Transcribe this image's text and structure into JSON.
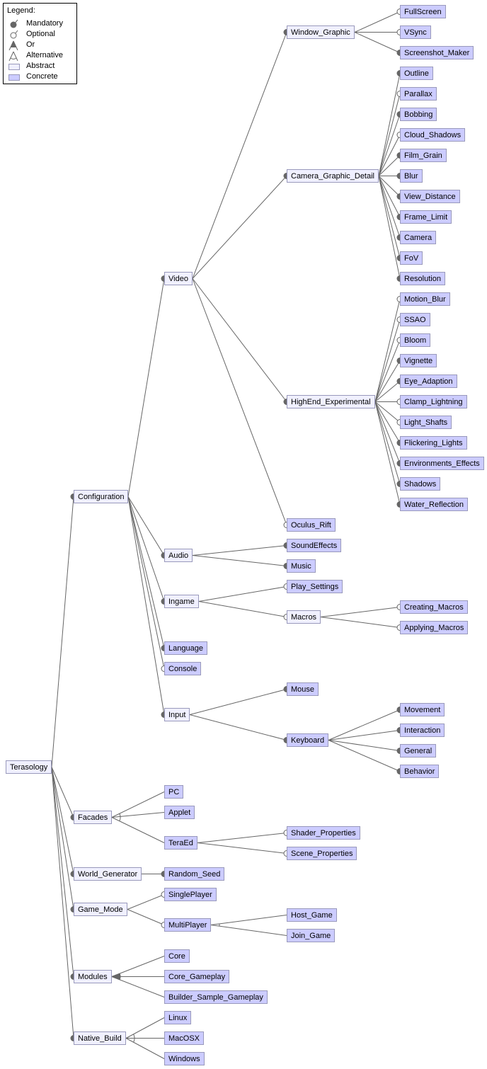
{
  "title": "Terasology",
  "legend": {
    "title": "Legend:",
    "items": [
      {
        "label": "Mandatory",
        "icon": "mandatory-dot-icon"
      },
      {
        "label": "Optional",
        "icon": "optional-dot-icon"
      },
      {
        "label": "Or",
        "icon": "or-triangle-icon"
      },
      {
        "label": "Alternative",
        "icon": "alternative-triangle-icon"
      },
      {
        "label": "Abstract",
        "icon": "abstract-box-icon"
      },
      {
        "label": "Concrete",
        "icon": "concrete-box-icon"
      }
    ]
  },
  "colors": {
    "abstract_fill": "#f0f0ff",
    "concrete_fill": "#ccccff",
    "border": "#9999bb",
    "edge": "#666666",
    "marker": "#666666"
  },
  "features": [
    {
      "id": "Terasology",
      "label": "Terasology",
      "parent": null,
      "kind": "abstract",
      "rel": null,
      "group": "and"
    },
    {
      "id": "Configuration",
      "label": "Configuration",
      "parent": "Terasology",
      "kind": "abstract",
      "rel": "mandatory",
      "group": "and"
    },
    {
      "id": "Video",
      "label": "Video",
      "parent": "Configuration",
      "kind": "abstract",
      "rel": "mandatory",
      "group": "and"
    },
    {
      "id": "Window_Graphic",
      "label": "Window_Graphic",
      "parent": "Video",
      "kind": "abstract",
      "rel": "mandatory",
      "group": "and"
    },
    {
      "id": "FullScreen",
      "label": "FullScreen",
      "parent": "Window_Graphic",
      "kind": "concrete",
      "rel": "optional"
    },
    {
      "id": "VSync",
      "label": "VSync",
      "parent": "Window_Graphic",
      "kind": "concrete",
      "rel": "optional"
    },
    {
      "id": "Screenshot_Maker",
      "label": "Screenshot_Maker",
      "parent": "Window_Graphic",
      "kind": "concrete",
      "rel": "mandatory"
    },
    {
      "id": "Camera_Graphic_Detail",
      "label": "Camera_Graphic_Detail",
      "parent": "Video",
      "kind": "abstract",
      "rel": "mandatory",
      "group": "and"
    },
    {
      "id": "Outline",
      "label": "Outline",
      "parent": "Camera_Graphic_Detail",
      "kind": "concrete",
      "rel": "mandatory"
    },
    {
      "id": "Parallax",
      "label": "Parallax",
      "parent": "Camera_Graphic_Detail",
      "kind": "concrete",
      "rel": "optional"
    },
    {
      "id": "Bobbing",
      "label": "Bobbing",
      "parent": "Camera_Graphic_Detail",
      "kind": "concrete",
      "rel": "mandatory"
    },
    {
      "id": "Cloud_Shadows",
      "label": "Cloud_Shadows",
      "parent": "Camera_Graphic_Detail",
      "kind": "concrete",
      "rel": "optional"
    },
    {
      "id": "Film_Grain",
      "label": "Film_Grain",
      "parent": "Camera_Graphic_Detail",
      "kind": "concrete",
      "rel": "mandatory"
    },
    {
      "id": "Blur",
      "label": "Blur",
      "parent": "Camera_Graphic_Detail",
      "kind": "concrete",
      "rel": "mandatory"
    },
    {
      "id": "View_Distance",
      "label": "View_Distance",
      "parent": "Camera_Graphic_Detail",
      "kind": "concrete",
      "rel": "mandatory"
    },
    {
      "id": "Frame_Limit",
      "label": "Frame_Limit",
      "parent": "Camera_Graphic_Detail",
      "kind": "concrete",
      "rel": "mandatory"
    },
    {
      "id": "Camera",
      "label": "Camera",
      "parent": "Camera_Graphic_Detail",
      "kind": "concrete",
      "rel": "mandatory"
    },
    {
      "id": "FoV",
      "label": "FoV",
      "parent": "Camera_Graphic_Detail",
      "kind": "concrete",
      "rel": "mandatory"
    },
    {
      "id": "Resolution",
      "label": "Resolution",
      "parent": "Camera_Graphic_Detail",
      "kind": "concrete",
      "rel": "mandatory"
    },
    {
      "id": "HighEnd_Experimental",
      "label": "HighEnd_Experimental",
      "parent": "Video",
      "kind": "abstract",
      "rel": "mandatory",
      "group": "and"
    },
    {
      "id": "Motion_Blur",
      "label": "Motion_Blur",
      "parent": "HighEnd_Experimental",
      "kind": "concrete",
      "rel": "optional"
    },
    {
      "id": "SSAO",
      "label": "SSAO",
      "parent": "HighEnd_Experimental",
      "kind": "concrete",
      "rel": "optional"
    },
    {
      "id": "Bloom",
      "label": "Bloom",
      "parent": "HighEnd_Experimental",
      "kind": "concrete",
      "rel": "optional"
    },
    {
      "id": "Vignette",
      "label": "Vignette",
      "parent": "HighEnd_Experimental",
      "kind": "concrete",
      "rel": "mandatory"
    },
    {
      "id": "Eye_Adaption",
      "label": "Eye_Adaption",
      "parent": "HighEnd_Experimental",
      "kind": "concrete",
      "rel": "mandatory"
    },
    {
      "id": "Clamp_Lightning",
      "label": "Clamp_Lightning",
      "parent": "HighEnd_Experimental",
      "kind": "concrete",
      "rel": "optional"
    },
    {
      "id": "Light_Shafts",
      "label": "Light_Shafts",
      "parent": "HighEnd_Experimental",
      "kind": "concrete",
      "rel": "optional"
    },
    {
      "id": "Flickering_Lights",
      "label": "Flickering_Lights",
      "parent": "HighEnd_Experimental",
      "kind": "concrete",
      "rel": "mandatory"
    },
    {
      "id": "Environments_Effects",
      "label": "Environments_Effects",
      "parent": "HighEnd_Experimental",
      "kind": "concrete",
      "rel": "mandatory"
    },
    {
      "id": "Shadows",
      "label": "Shadows",
      "parent": "HighEnd_Experimental",
      "kind": "concrete",
      "rel": "mandatory"
    },
    {
      "id": "Water_Reflection",
      "label": "Water_Reflection",
      "parent": "HighEnd_Experimental",
      "kind": "concrete",
      "rel": "mandatory"
    },
    {
      "id": "Oculus_Rift",
      "label": "Oculus_Rift",
      "parent": "Video",
      "kind": "concrete",
      "rel": "optional"
    },
    {
      "id": "Audio",
      "label": "Audio",
      "parent": "Configuration",
      "kind": "abstract",
      "rel": "mandatory",
      "group": "and"
    },
    {
      "id": "SoundEffects",
      "label": "SoundEffects",
      "parent": "Audio",
      "kind": "concrete",
      "rel": "mandatory"
    },
    {
      "id": "Music",
      "label": "Music",
      "parent": "Audio",
      "kind": "concrete",
      "rel": "mandatory"
    },
    {
      "id": "Ingame",
      "label": "Ingame",
      "parent": "Configuration",
      "kind": "abstract",
      "rel": "mandatory",
      "group": "and"
    },
    {
      "id": "Play_Settings",
      "label": "Play_Settings",
      "parent": "Ingame",
      "kind": "concrete",
      "rel": "optional"
    },
    {
      "id": "Macros",
      "label": "Macros",
      "parent": "Ingame",
      "kind": "abstract",
      "rel": "optional",
      "group": "and"
    },
    {
      "id": "Creating_Macros",
      "label": "Creating_Macros",
      "parent": "Macros",
      "kind": "concrete",
      "rel": "optional"
    },
    {
      "id": "Applying_Macros",
      "label": "Applying_Macros",
      "parent": "Macros",
      "kind": "concrete",
      "rel": "optional"
    },
    {
      "id": "Language",
      "label": "Language",
      "parent": "Configuration",
      "kind": "concrete",
      "rel": "mandatory"
    },
    {
      "id": "Console",
      "label": "Console",
      "parent": "Configuration",
      "kind": "concrete",
      "rel": "optional"
    },
    {
      "id": "Input",
      "label": "Input",
      "parent": "Configuration",
      "kind": "abstract",
      "rel": "mandatory",
      "group": "and"
    },
    {
      "id": "Mouse",
      "label": "Mouse",
      "parent": "Input",
      "kind": "concrete",
      "rel": "mandatory"
    },
    {
      "id": "Keyboard",
      "label": "Keyboard",
      "parent": "Input",
      "kind": "concrete",
      "rel": "mandatory",
      "group": "and"
    },
    {
      "id": "Movement",
      "label": "Movement",
      "parent": "Keyboard",
      "kind": "concrete",
      "rel": "mandatory"
    },
    {
      "id": "Interaction",
      "label": "Interaction",
      "parent": "Keyboard",
      "kind": "concrete",
      "rel": "mandatory"
    },
    {
      "id": "General",
      "label": "General",
      "parent": "Keyboard",
      "kind": "concrete",
      "rel": "mandatory"
    },
    {
      "id": "Behavior",
      "label": "Behavior",
      "parent": "Keyboard",
      "kind": "concrete",
      "rel": "mandatory"
    },
    {
      "id": "Facades",
      "label": "Facades",
      "parent": "Terasology",
      "kind": "abstract",
      "rel": "mandatory",
      "group": "alternative"
    },
    {
      "id": "PC",
      "label": "PC",
      "parent": "Facades",
      "kind": "concrete",
      "rel": null
    },
    {
      "id": "Applet",
      "label": "Applet",
      "parent": "Facades",
      "kind": "concrete",
      "rel": null
    },
    {
      "id": "TeraEd",
      "label": "TeraEd",
      "parent": "Facades",
      "kind": "concrete",
      "rel": null,
      "group": "and"
    },
    {
      "id": "Shader_Properties",
      "label": "Shader_Properties",
      "parent": "TeraEd",
      "kind": "concrete",
      "rel": "optional"
    },
    {
      "id": "Scene_Properties",
      "label": "Scene_Properties",
      "parent": "TeraEd",
      "kind": "concrete",
      "rel": "optional"
    },
    {
      "id": "World_Generator",
      "label": "World_Generator",
      "parent": "Terasology",
      "kind": "abstract",
      "rel": "mandatory",
      "group": "and"
    },
    {
      "id": "Random_Seed",
      "label": "Random_Seed",
      "parent": "World_Generator",
      "kind": "concrete",
      "rel": "mandatory"
    },
    {
      "id": "Game_Mode",
      "label": "Game_Mode",
      "parent": "Terasology",
      "kind": "abstract",
      "rel": "mandatory",
      "group": "and"
    },
    {
      "id": "SinglePlayer",
      "label": "SinglePlayer",
      "parent": "Game_Mode",
      "kind": "concrete",
      "rel": "optional"
    },
    {
      "id": "MultiPlayer",
      "label": "MultiPlayer",
      "parent": "Game_Mode",
      "kind": "concrete",
      "rel": "optional",
      "group": "alternative"
    },
    {
      "id": "Host_Game",
      "label": "Host_Game",
      "parent": "MultiPlayer",
      "kind": "concrete",
      "rel": null
    },
    {
      "id": "Join_Game",
      "label": "Join_Game",
      "parent": "MultiPlayer",
      "kind": "concrete",
      "rel": null
    },
    {
      "id": "Modules",
      "label": "Modules",
      "parent": "Terasology",
      "kind": "abstract",
      "rel": "mandatory",
      "group": "or"
    },
    {
      "id": "Core",
      "label": "Core",
      "parent": "Modules",
      "kind": "concrete",
      "rel": null
    },
    {
      "id": "Core_Gameplay",
      "label": "Core_Gameplay",
      "parent": "Modules",
      "kind": "concrete",
      "rel": null
    },
    {
      "id": "Builder_Sample_Gameplay",
      "label": "Builder_Sample_Gameplay",
      "parent": "Modules",
      "kind": "concrete",
      "rel": null
    },
    {
      "id": "Native_Build",
      "label": "Native_Build",
      "parent": "Terasology",
      "kind": "abstract",
      "rel": "mandatory",
      "group": "alternative"
    },
    {
      "id": "Linux",
      "label": "Linux",
      "parent": "Native_Build",
      "kind": "concrete",
      "rel": null
    },
    {
      "id": "MacOSX",
      "label": "MacOSX",
      "parent": "Native_Build",
      "kind": "concrete",
      "rel": null
    },
    {
      "id": "Windows",
      "label": "Windows",
      "parent": "Native_Build",
      "kind": "concrete",
      "rel": null
    }
  ]
}
